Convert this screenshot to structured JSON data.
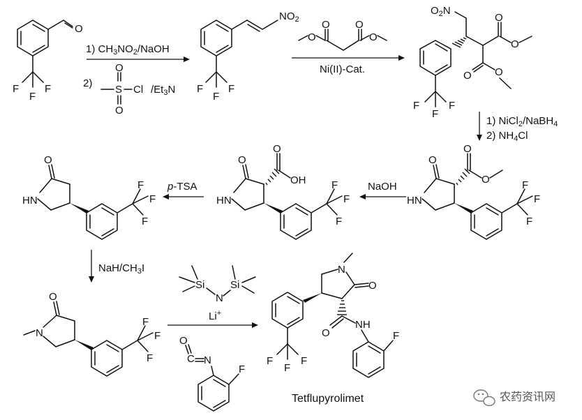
{
  "step1": {
    "reagent_1": "1) CH",
    "reagent_1_sub": "3",
    "reagent_1_tail": "NO",
    "reagent_1_sub2": "2",
    "reagent_1_end": "/NaOH",
    "reagent_2_num": "2)",
    "reagent_2_tail": "/Et",
    "reagent_2_sub": "3",
    "reagent_2_end": "N"
  },
  "step2": {
    "catalyst": "Ni(II)-Cat."
  },
  "step3": {
    "reagent_1": "1) NiCl",
    "reagent_1_sub": "2",
    "reagent_1_tail": "/NaBH",
    "reagent_1_sub2": "4",
    "reagent_2": "2) NH",
    "reagent_2_sub": "4",
    "reagent_2_tail": "Cl"
  },
  "step4": {
    "reagent": "NaOH"
  },
  "step5": {
    "reagent_prefix": "p",
    "reagent": "-TSA"
  },
  "step6": {
    "reagent": "NaH/CH",
    "reagent_sub": "3",
    "reagent_tail": "I"
  },
  "step7": {
    "reagent": "Li",
    "reagent_sup": "+"
  },
  "atoms": {
    "O": "O",
    "N": "N",
    "NH": "NH",
    "HN": "HN",
    "F": "F",
    "S": "S",
    "Si": "Si",
    "Cl": "Cl",
    "OH": "OH",
    "NO": "NO",
    "NO_sub": "2",
    "C": "C"
  },
  "product": {
    "name": "Tetflupyrolimet"
  },
  "watermark": {
    "text": "农药资讯网"
  }
}
